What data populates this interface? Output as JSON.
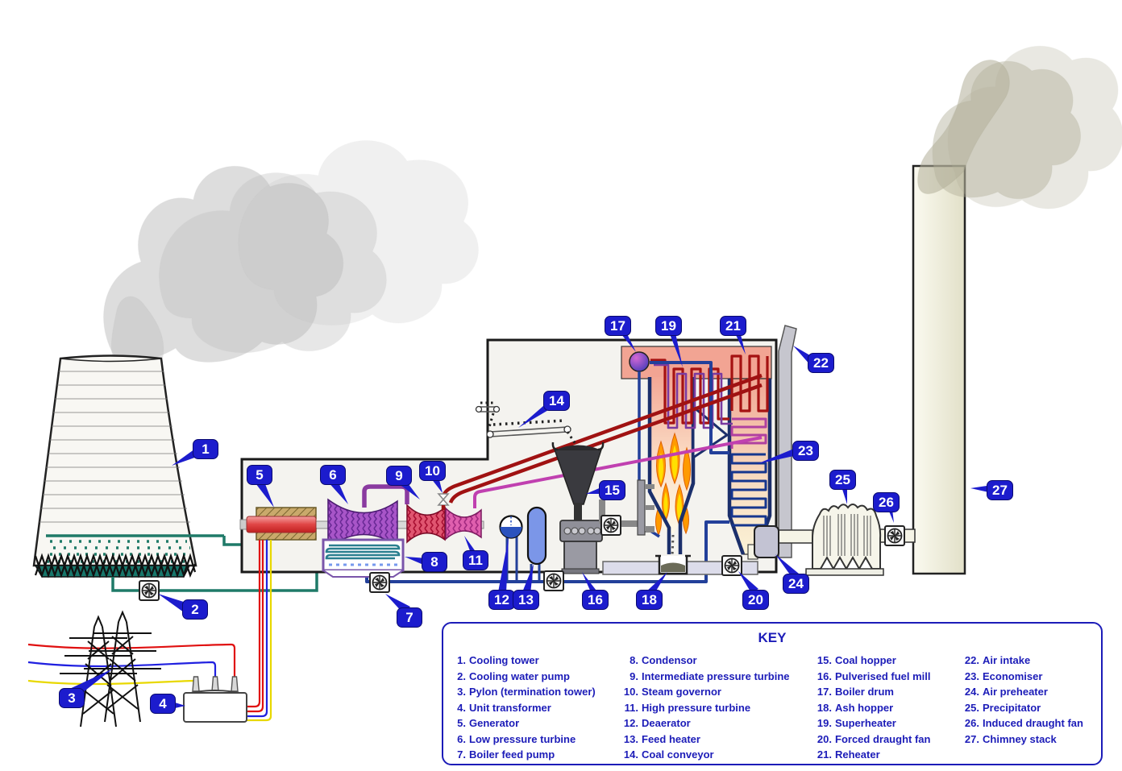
{
  "colors": {
    "label_blue": "#1c1ccd",
    "key_text_blue": "#1c1cb8",
    "steam_pipe_red": "#a01212",
    "reheat_pipe_magenta": "#c040b0",
    "feedwater_blue": "#23409a",
    "cooling_water_teal": "#1f7a68",
    "flame_orange": "#ff9a00",
    "flame_yellow": "#ffe000",
    "smoke_grey": "#bdbdbd",
    "flue_smoke_khaki": "#b3b09a",
    "boiler_wall_navy": "#1b2f6b",
    "furnace_salmon": "#f2a493"
  },
  "key": {
    "title": "KEY"
  },
  "labels": [
    {
      "n": "1",
      "nd": "1.",
      "name": "Cooling tower"
    },
    {
      "n": "2",
      "nd": "2.",
      "name": "Cooling water pump"
    },
    {
      "n": "3",
      "nd": "3.",
      "name": "Pylon (termination tower)"
    },
    {
      "n": "4",
      "nd": "4.",
      "name": "Unit transformer"
    },
    {
      "n": "5",
      "nd": "5.",
      "name": "Generator"
    },
    {
      "n": "6",
      "nd": "6.",
      "name": "Low pressure turbine"
    },
    {
      "n": "7",
      "nd": "7.",
      "name": "Boiler feed pump"
    },
    {
      "n": "8",
      "nd": "8.",
      "name": "Condensor"
    },
    {
      "n": "9",
      "nd": "9.",
      "name": "Intermediate pressure turbine"
    },
    {
      "n": "10",
      "nd": "10.",
      "name": "Steam governor"
    },
    {
      "n": "11",
      "nd": "11.",
      "name": "High pressure turbine"
    },
    {
      "n": "12",
      "nd": "12.",
      "name": "Deaerator"
    },
    {
      "n": "13",
      "nd": "13.",
      "name": "Feed heater"
    },
    {
      "n": "14",
      "nd": "14.",
      "name": "Coal conveyor"
    },
    {
      "n": "15",
      "nd": "15.",
      "name": "Coal hopper"
    },
    {
      "n": "16",
      "nd": "16.",
      "name": "Pulverised fuel mill"
    },
    {
      "n": "17",
      "nd": "17.",
      "name": "Boiler drum"
    },
    {
      "n": "18",
      "nd": "18.",
      "name": "Ash hopper"
    },
    {
      "n": "19",
      "nd": "19.",
      "name": "Superheater"
    },
    {
      "n": "20",
      "nd": "20.",
      "name": "Forced draught fan"
    },
    {
      "n": "21",
      "nd": "21.",
      "name": "Reheater"
    },
    {
      "n": "22",
      "nd": "22.",
      "name": "Air intake"
    },
    {
      "n": "23",
      "nd": "23.",
      "name": "Economiser"
    },
    {
      "n": "24",
      "nd": "24.",
      "name": "Air preheater"
    },
    {
      "n": "25",
      "nd": "25.",
      "name": "Precipitator"
    },
    {
      "n": "26",
      "nd": "26.",
      "name": "Induced draught fan"
    },
    {
      "n": "27",
      "nd": "27.",
      "name": "Chimney stack"
    }
  ]
}
